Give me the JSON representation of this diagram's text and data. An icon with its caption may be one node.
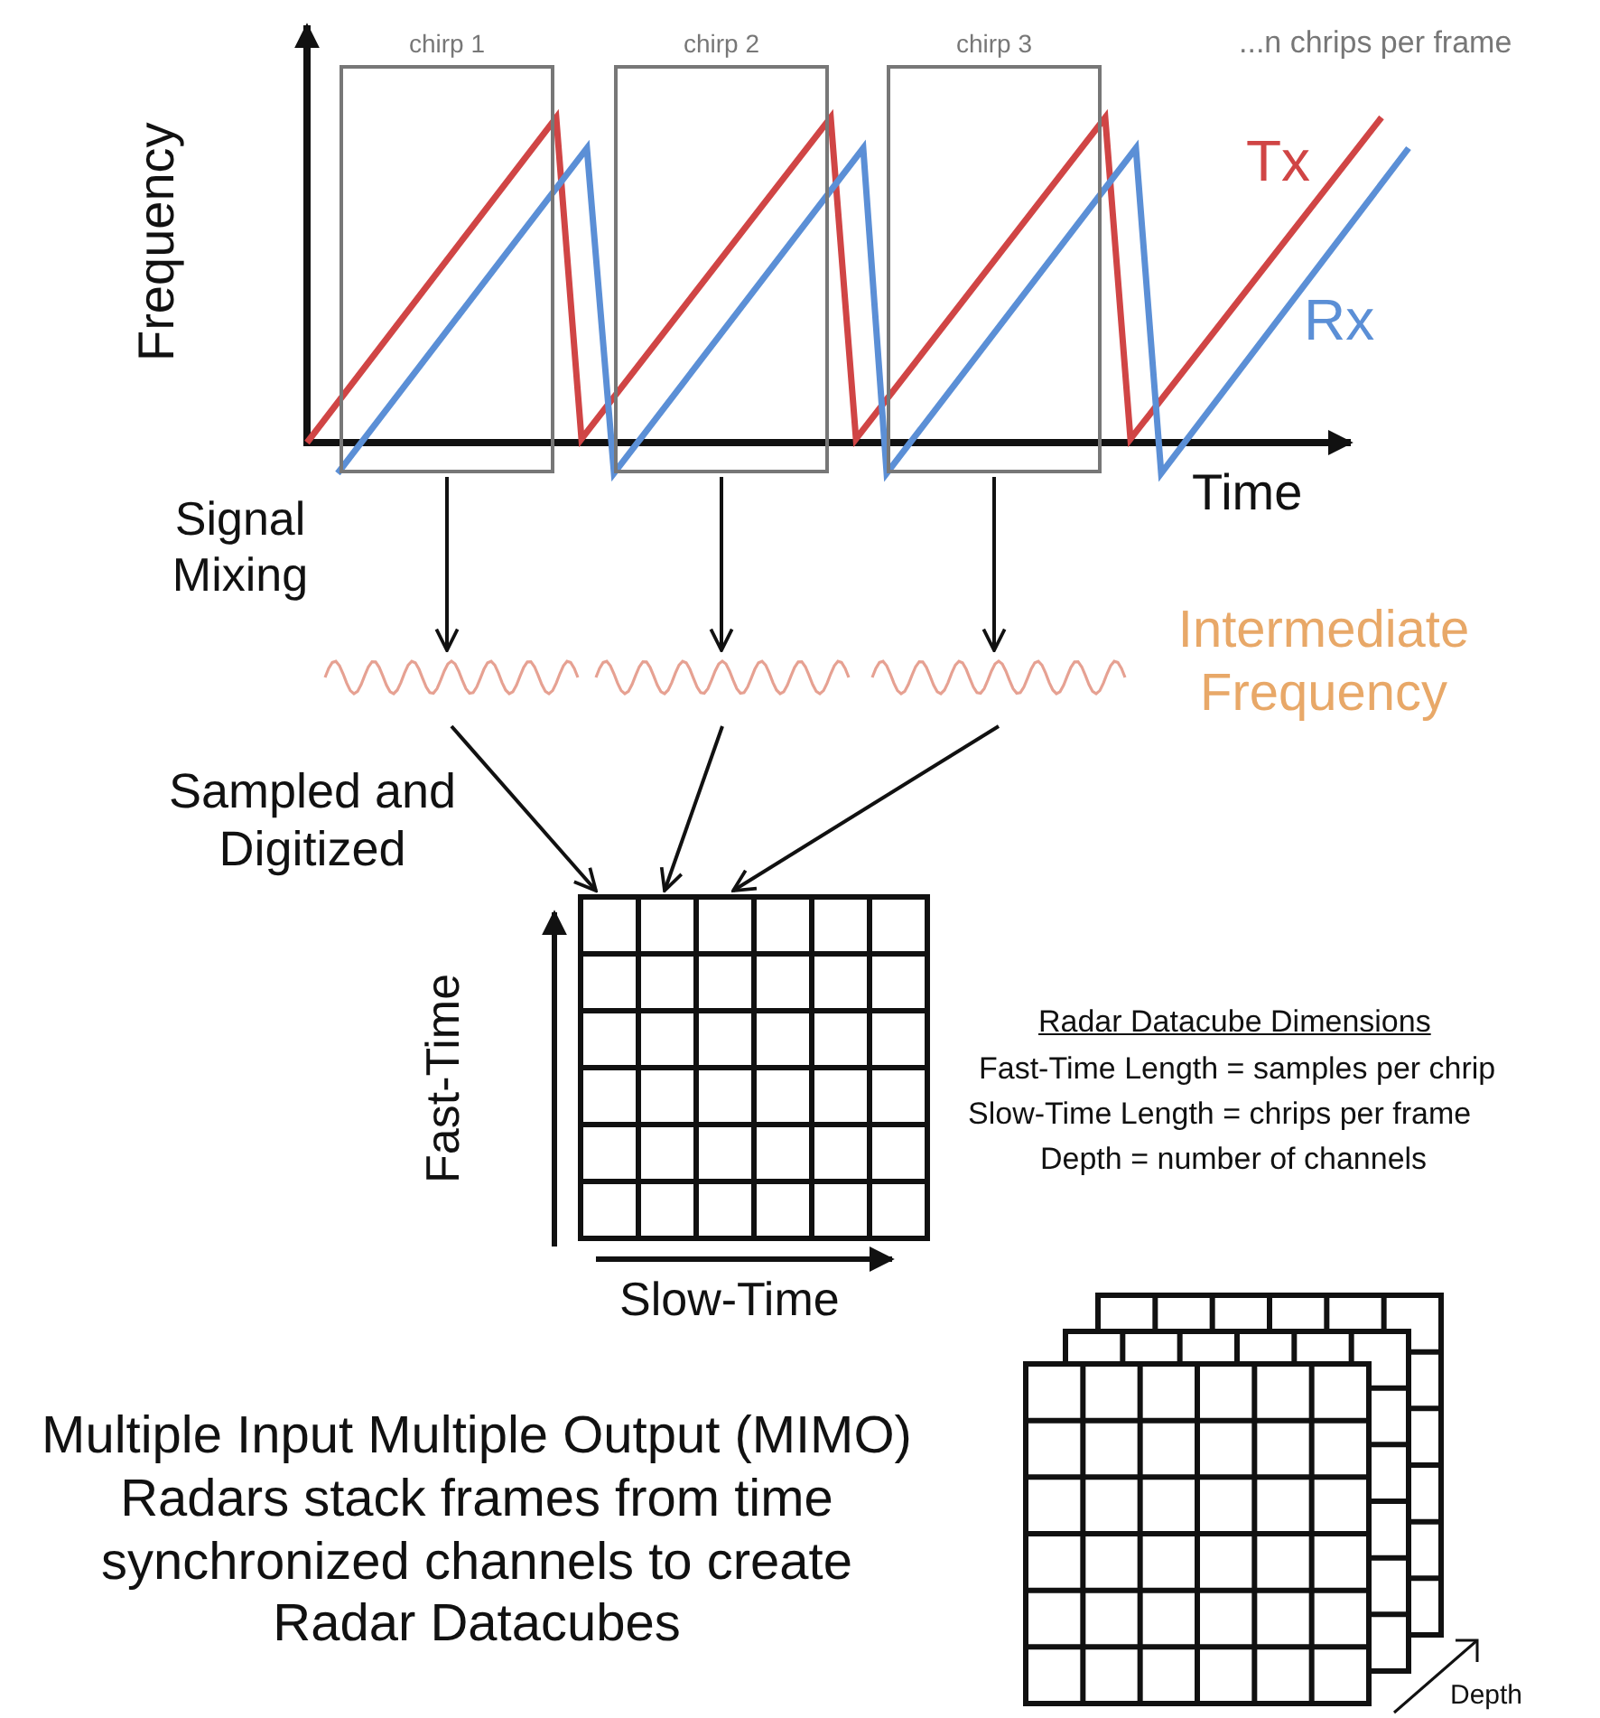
{
  "diagram": {
    "nodes": [
      {
        "text": [
          "chirp 1"
        ]
      },
      {
        "text": [
          "chirp 2"
        ]
      },
      {
        "text": [
          "chirp 3"
        ]
      },
      {
        "text": [],
        "shape": "wave"
      },
      {
        "text": [],
        "shape": "wave"
      },
      {
        "text": [],
        "shape": "wave"
      },
      {
        "text": [],
        "shape": "grid"
      }
    ],
    "edges": [
      {
        "from": 0,
        "to": 3,
        "arrow": "to"
      },
      {
        "from": 1,
        "to": 4,
        "arrow": "to"
      },
      {
        "from": 2,
        "to": 5,
        "arrow": "to"
      },
      {
        "from": 3,
        "to": 6,
        "arrow": "to"
      },
      {
        "from": 4,
        "to": 6,
        "arrow": "to"
      },
      {
        "from": 5,
        "to": 6,
        "arrow": "to"
      }
    ],
    "labels": [
      "...n chrips per frame",
      "Frequency",
      "Tx",
      "Rx",
      "Time",
      "Signal Mixing",
      "Intermediate Frequency",
      "Sampled and Digitized",
      "Fast-Time",
      "Radar Datacube Dimensions",
      "Fast-Time Length = samples per chrip",
      "Slow-Time Length = chrips per frame",
      "Depth = number of channels",
      "Slow-Time",
      "Multiple Input Multiple Output (MIMO) Radars stack frames from time synchronized channels to create Radar Datacubes",
      "Depth"
    ]
  }
}
